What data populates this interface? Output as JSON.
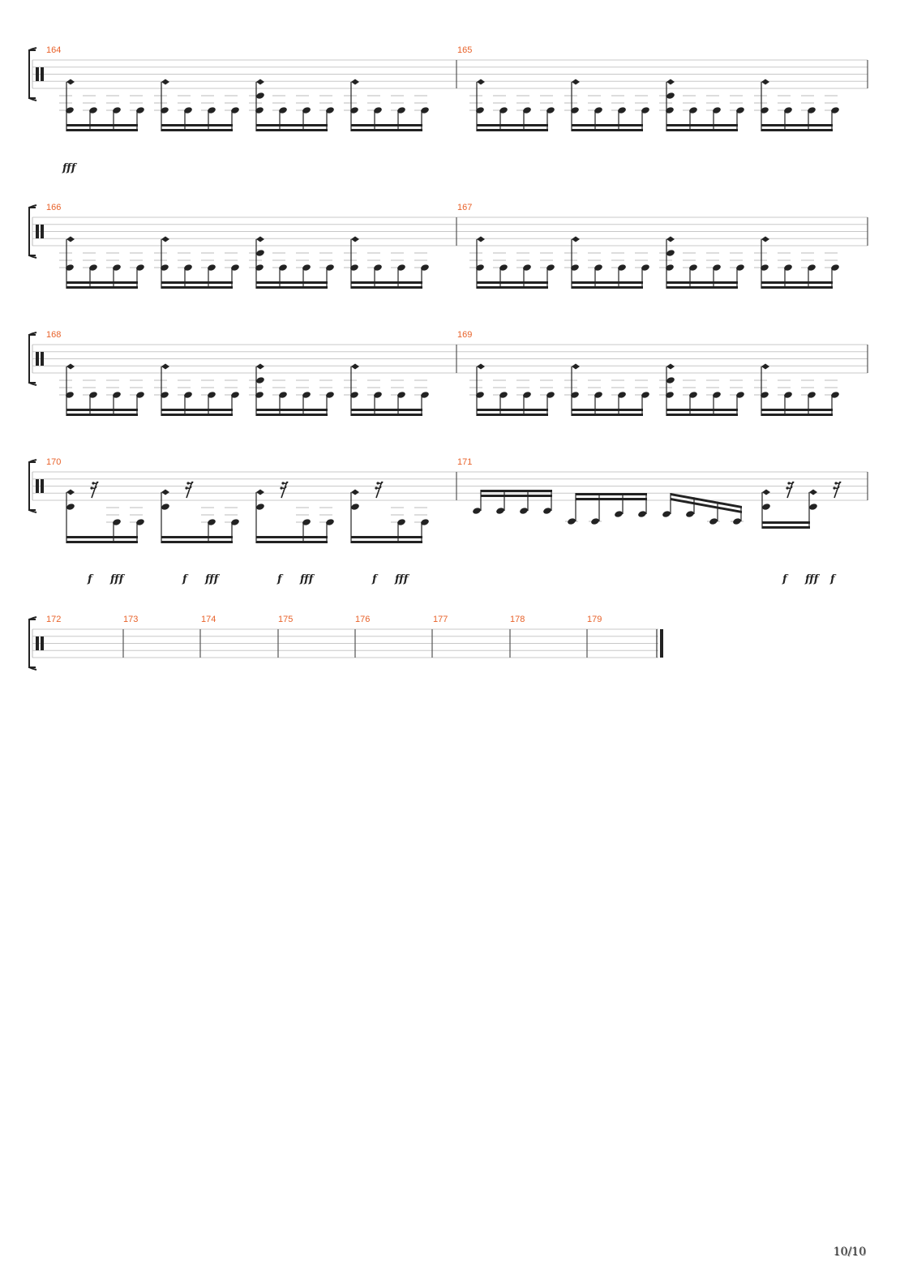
{
  "page_number": "10/10",
  "dynamics": {
    "f": "f",
    "fff": "fff"
  },
  "systems": [
    {
      "bars": [
        "164",
        "165"
      ],
      "dynamics_row": [
        "fff"
      ]
    },
    {
      "bars": [
        "166",
        "167"
      ],
      "dynamics_row": []
    },
    {
      "bars": [
        "168",
        "169"
      ],
      "dynamics_row": []
    },
    {
      "bars": [
        "170",
        "171"
      ],
      "dynamics_row": [
        "f",
        "fff",
        "f",
        "fff",
        "f",
        "fff",
        "f",
        "fff",
        "f",
        "fff",
        "f"
      ]
    },
    {
      "bars": [
        "172",
        "173",
        "174",
        "175",
        "176",
        "177",
        "178",
        "179"
      ],
      "dynamics_row": []
    }
  ]
}
